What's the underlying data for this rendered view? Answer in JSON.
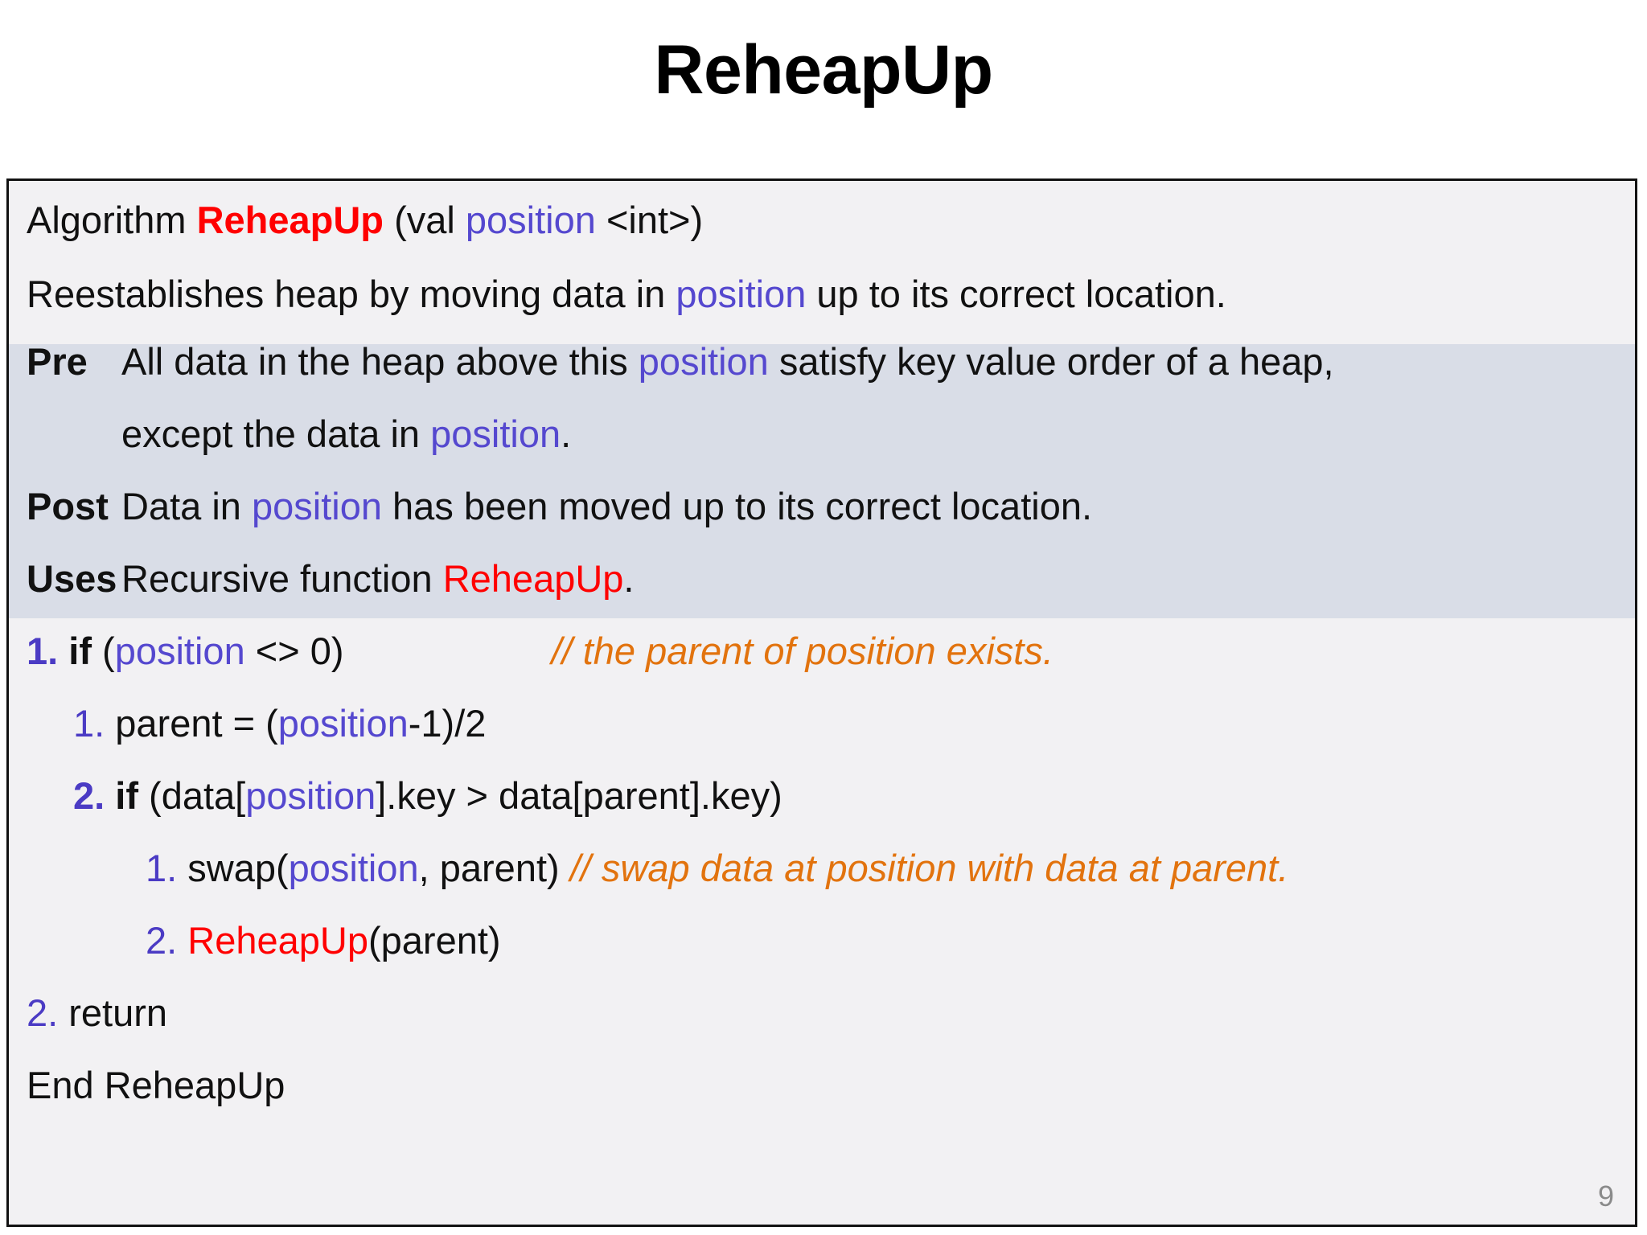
{
  "slide": {
    "title": "ReheapUp",
    "page_number": "9",
    "colors": {
      "background": "#FFFFFF",
      "box_background": "#F2F1F3",
      "box_border": "#121212",
      "band_highlight": "#D9DDE7",
      "variable_blue": "#5548CF",
      "number_blue": "#4B3BC4",
      "function_red": "#FF0000",
      "comment_orange": "#E2730E",
      "page_number_gray": "#8A8A8A"
    }
  },
  "algorithm": {
    "signature": {
      "keyword": "Algorithm",
      "name": "ReheapUp",
      "open_paren": "(val",
      "param": "position",
      "type_close": "<int>)"
    },
    "description": {
      "part1": "Reestablishes heap by moving data in",
      "var": "position",
      "part2": "up to its correct location."
    },
    "pre": {
      "label": "Pre",
      "line1_part1": "All data in the heap above this",
      "line1_var": "position",
      "line1_part2": "satisfy key value order of a heap,",
      "line2_part1": "except the data in",
      "line2_var": "position",
      "line2_part2": "."
    },
    "post": {
      "label": "Post",
      "part1": "Data in",
      "var": "position",
      "part2": "has been moved up to its correct location."
    },
    "uses": {
      "label": "Uses",
      "part1": "Recursive function",
      "fn": "ReheapUp",
      "part2": "."
    },
    "steps": [
      {
        "number": "1.",
        "keyword": "if",
        "open": "(",
        "var": "position",
        "rest": " <> 0)",
        "comment": "// the parent of position exists."
      },
      {
        "number": "1.",
        "text_before": "parent = (",
        "var": "position",
        "text_after": "-1)/2"
      },
      {
        "number": "2.",
        "keyword": "if",
        "text_before": "(data[",
        "var": "position",
        "text_after": "].key > data[parent].key)"
      },
      {
        "number": "1.",
        "text_before": "swap(",
        "var": "position",
        "text_after": ", parent)",
        "comment": "// swap data at position with data at parent."
      },
      {
        "number": "2.",
        "fn": "ReheapUp",
        "text_after": "(parent)"
      },
      {
        "number": "2.",
        "text": "return"
      }
    ],
    "end_line": "End ReheapUp"
  }
}
